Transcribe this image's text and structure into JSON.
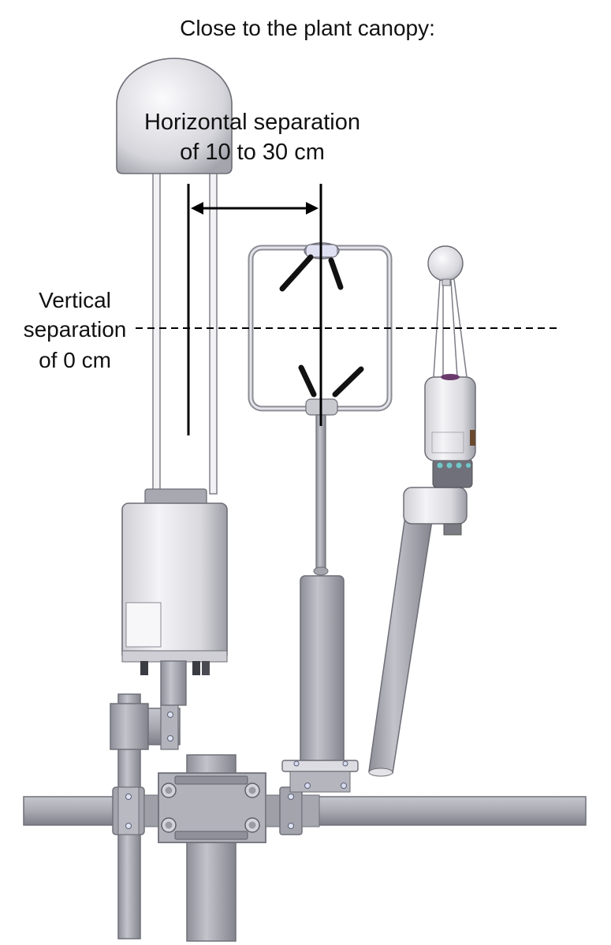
{
  "title": "Close to the plant canopy:",
  "horizontal_label": {
    "line1": "Horizontal separation",
    "line2": "of 10 to 30 cm"
  },
  "vertical_label": {
    "line1": "Vertical",
    "line2": "separation",
    "line3": "of 0 cm"
  },
  "colors": {
    "metal_light": "#e6e6ea",
    "metal_mid": "#b9b9c0",
    "metal_dark": "#7f7f88",
    "pipe": "#a7a8b0",
    "accent_teal": "#6fc9c9",
    "annotation": "#000000"
  }
}
